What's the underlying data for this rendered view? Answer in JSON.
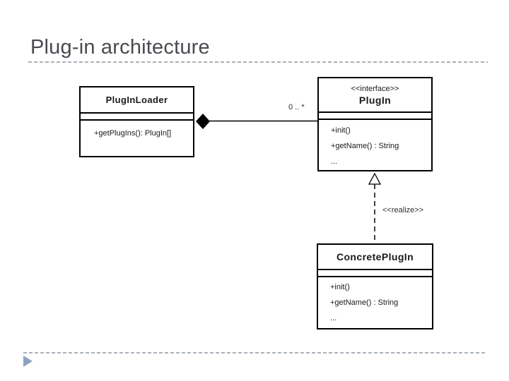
{
  "slide": {
    "title": "Plug-in architecture",
    "colors": {
      "title_text": "#4a4a51",
      "divider": "#aab2ba",
      "footer_arrow": "#8da4bf",
      "diagram_lines": "#000000",
      "background": "#ffffff"
    }
  },
  "diagram": {
    "classes": [
      {
        "name": "PlugInLoader",
        "stereotype": "",
        "methods": [
          "+getPlugIns(): PlugIn[]"
        ]
      },
      {
        "name": "PlugIn",
        "stereotype": "<<interface>>",
        "methods": [
          "+init()",
          "+getName() : String",
          "..."
        ]
      },
      {
        "name": "ConcretePlugIn",
        "stereotype": "",
        "methods": [
          "+init()",
          "+getName() : String",
          "..."
        ]
      }
    ],
    "relationships": [
      {
        "type": "composition",
        "from": "PlugInLoader",
        "to": "PlugIn",
        "multiplicity": "0 .. *"
      },
      {
        "type": "realization",
        "from": "ConcretePlugIn",
        "to": "PlugIn",
        "stereotype": "<<realize>>"
      }
    ]
  }
}
